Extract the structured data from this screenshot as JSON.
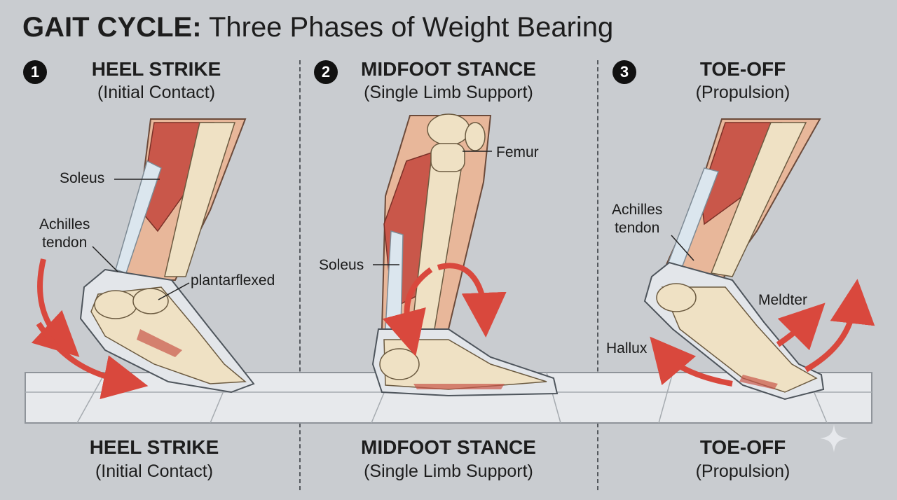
{
  "title": {
    "bold": "GAIT CYCLE:",
    "rest": " Three Phases of Weight Bearing"
  },
  "phases": [
    {
      "number": "1",
      "title": "HEEL STRIKE",
      "subtitle": "(Initial Contact)",
      "labels": {
        "soleus": "Soleus",
        "achilles": "Achilles\ntendon",
        "plantarflexed": "plantarflexed"
      }
    },
    {
      "number": "2",
      "title": "MIDFOOT STANCE",
      "subtitle": "(Single Limb Support)",
      "labels": {
        "femur": "Femur",
        "soleus": "Soleus"
      }
    },
    {
      "number": "3",
      "title": "TOE-OFF",
      "subtitle": "(Propulsion)",
      "labels": {
        "achilles": "Achilles\ntendon",
        "meldter": "Meldter",
        "hallux": "Hallux"
      }
    }
  ],
  "colors": {
    "background": "#c9ccd0",
    "muscle": "#c9574a",
    "bone": "#efe1c4",
    "arrow": "#d9483d",
    "tendon": "#dbe6ee"
  },
  "icons": [
    "sparkle-icon"
  ]
}
